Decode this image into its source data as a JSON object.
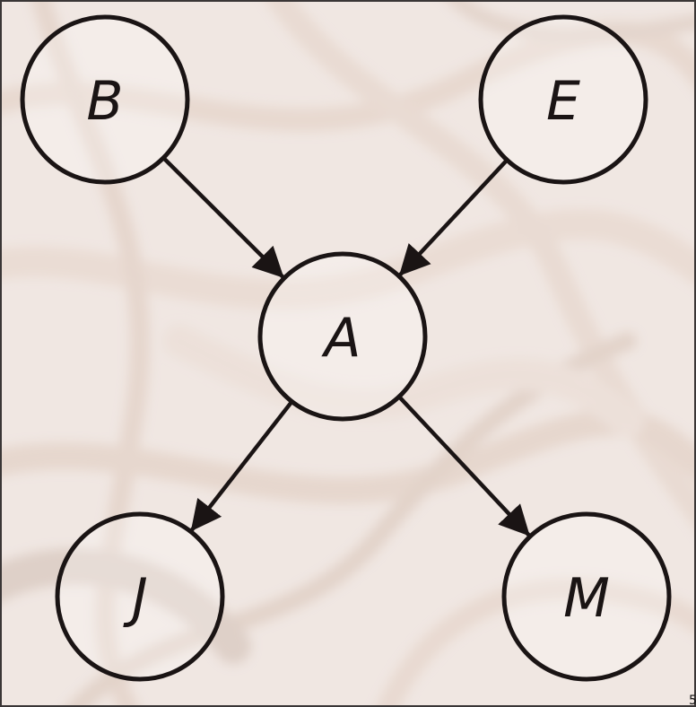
{
  "diagram": {
    "type": "directed-graph",
    "nodes": [
      {
        "id": "B",
        "label": "B"
      },
      {
        "id": "E",
        "label": "E"
      },
      {
        "id": "A",
        "label": "A"
      },
      {
        "id": "J",
        "label": "J"
      },
      {
        "id": "M",
        "label": "M"
      }
    ],
    "edges": [
      {
        "from": "B",
        "to": "A"
      },
      {
        "from": "E",
        "to": "A"
      },
      {
        "from": "A",
        "to": "J"
      },
      {
        "from": "A",
        "to": "M"
      }
    ]
  },
  "page_number": "5",
  "colors": {
    "ink": "#1a1414",
    "node_fill": "rgba(255,255,255,0.25)",
    "background_base": "#efe6e0",
    "background_accent": "#c9a78f"
  }
}
